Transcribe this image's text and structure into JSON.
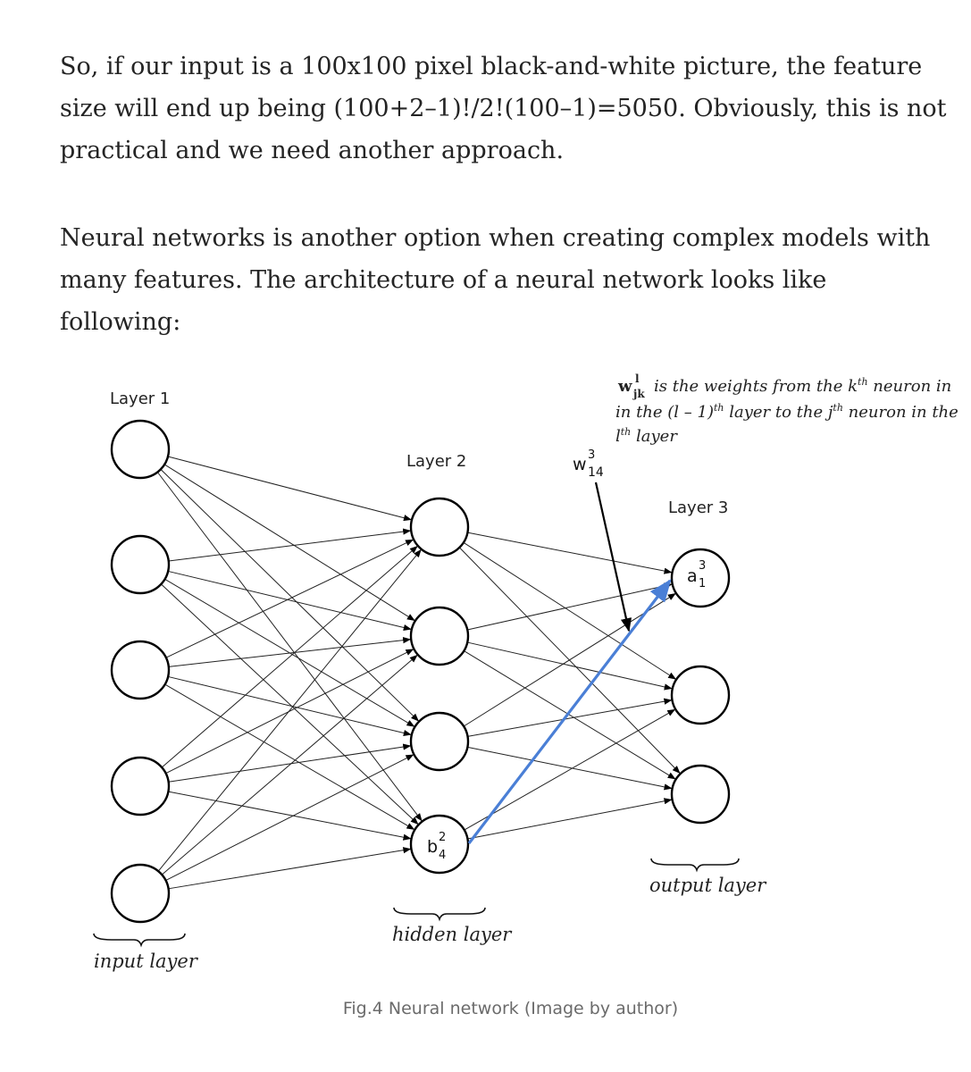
{
  "article": {
    "paragraph1": "So, if our input is a 100x100 pixel black-and-white picture, the feature size will end up being (100+2–1)!/2!(100–1)=5050. Obviously, this is not practical and we need another approach.",
    "paragraph2": "Neural networks is another option when creating complex models with many features. The architecture of a neural network looks like following:"
  },
  "figure": {
    "layer_titles": [
      "Layer 1",
      "Layer 2",
      "Layer 3"
    ],
    "layer_captions": [
      "input layer",
      "hidden layer",
      "output layer"
    ],
    "node_labels": {
      "hidden_4": {
        "base": "b",
        "sup": "2",
        "sub": "4"
      },
      "output_1": {
        "base": "a",
        "sup": "3",
        "sub": "1"
      }
    },
    "weight_label": {
      "base": "w",
      "sup": "3",
      "sub": "14"
    },
    "annotation": {
      "symbol": {
        "base": "w",
        "sup": "l",
        "sub": "jk"
      },
      "text_line1": "is the weights from the k",
      "text_line1_sup": "th",
      "text_line1_end": " neuron in",
      "text_line2a": "in the (l – 1)",
      "text_line2_sup1": "th",
      "text_line2b": " layer to the j",
      "text_line2_sup2": "th",
      "text_line2c": " neuron in the",
      "text_line3a": "l",
      "text_line3_sup": "th",
      "text_line3b": " layer"
    },
    "highlight_color": "#4a7fd6",
    "caption": "Fig.4 Neural network (Image by author)"
  }
}
